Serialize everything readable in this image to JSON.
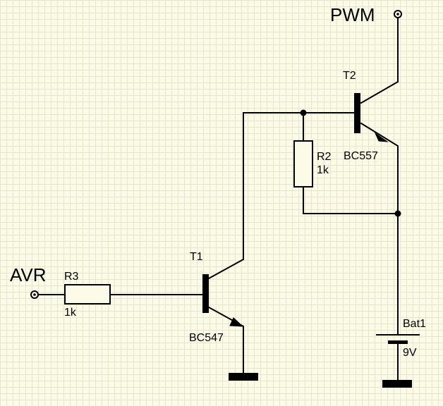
{
  "ports": {
    "pwm": "PWM",
    "avr": "AVR"
  },
  "components": {
    "t1": {
      "ref": "T1",
      "model": "BC547"
    },
    "t2": {
      "ref": "T2",
      "model": "BC557"
    },
    "r2": {
      "ref": "R2",
      "value": "1k"
    },
    "r3": {
      "ref": "R3",
      "value": "1k"
    },
    "bat1": {
      "ref": "Bat1",
      "value": "9V"
    }
  }
}
